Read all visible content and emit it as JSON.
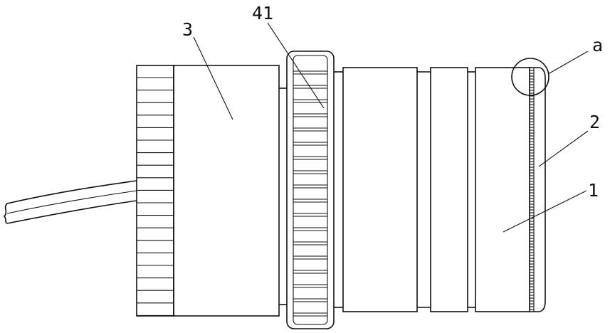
{
  "figure": {
    "labels": {
      "cap": "3",
      "knurl_ring": "41",
      "body": "1",
      "sleeve": "2",
      "detail": "a"
    }
  }
}
